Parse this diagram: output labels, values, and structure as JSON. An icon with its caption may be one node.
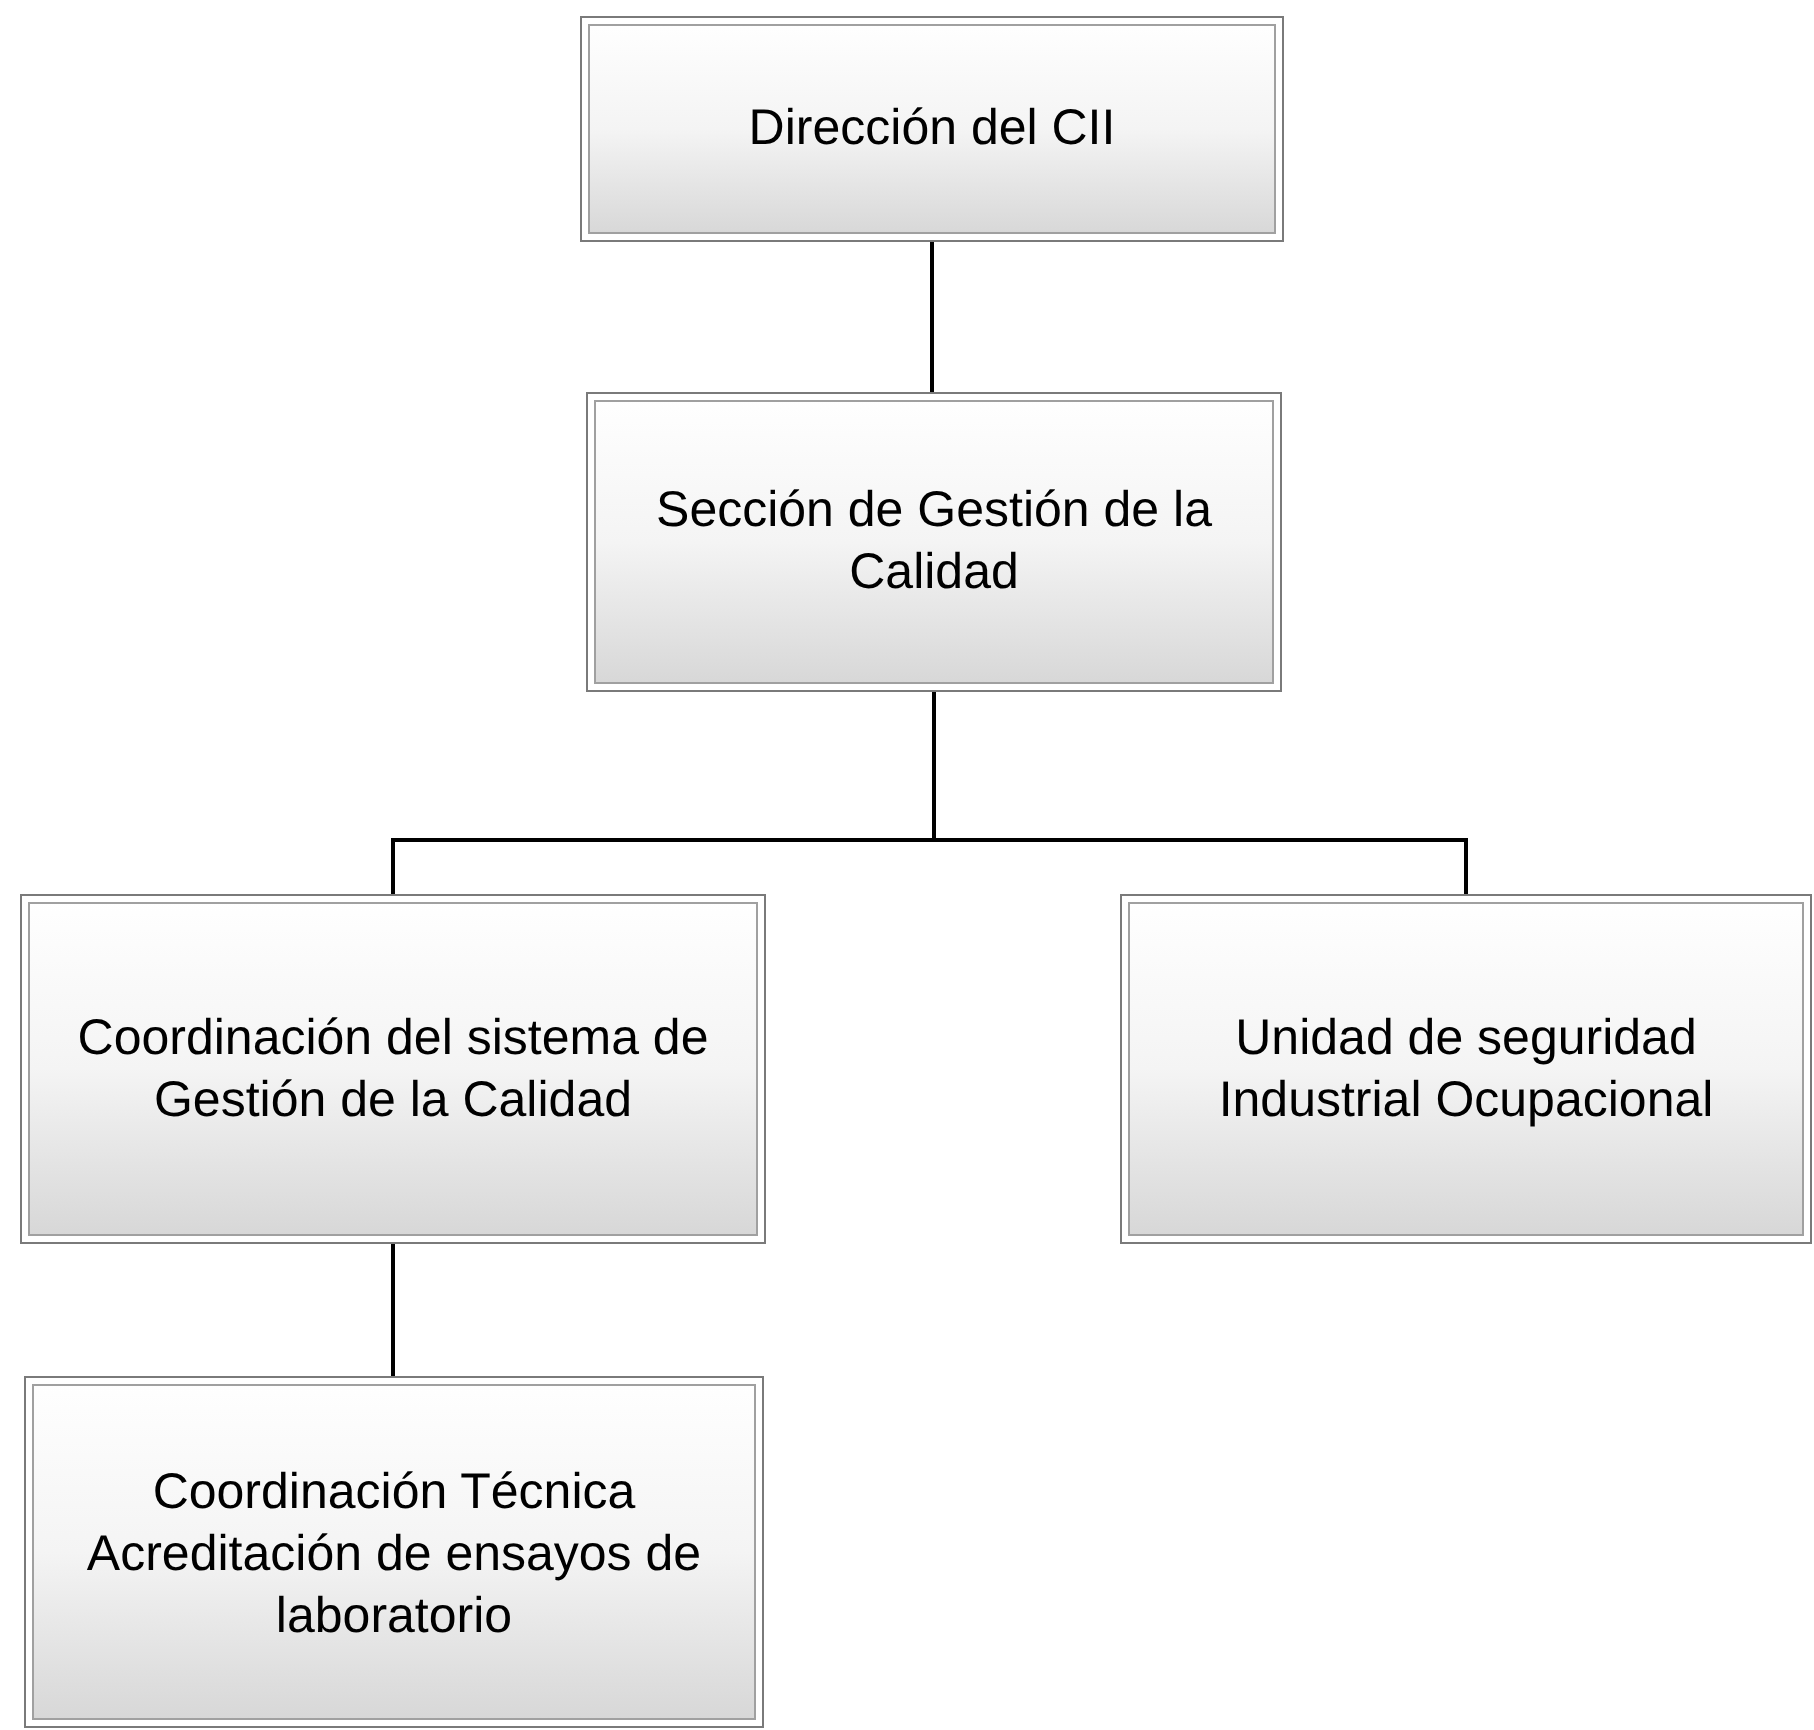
{
  "diagram": {
    "nodes": [
      {
        "text": [
          "Dirección del CII"
        ]
      },
      {
        "text": [
          "Sección de Gestión de la Calidad"
        ]
      },
      {
        "text": [
          "Coordinación del sistema de Gestión de la Calidad"
        ]
      },
      {
        "text": [
          "Unidad de seguridad Industrial Ocupacional"
        ]
      },
      {
        "text": [
          "Coordinación Técnica Acreditación de ensayos de laboratorio"
        ]
      }
    ],
    "edges": [
      {
        "from": 0,
        "to": 1,
        "arrow": "none"
      },
      {
        "from": 1,
        "to": 2,
        "arrow": "none"
      },
      {
        "from": 1,
        "to": 3,
        "arrow": "none"
      },
      {
        "from": 2,
        "to": 4,
        "arrow": "none"
      }
    ]
  }
}
